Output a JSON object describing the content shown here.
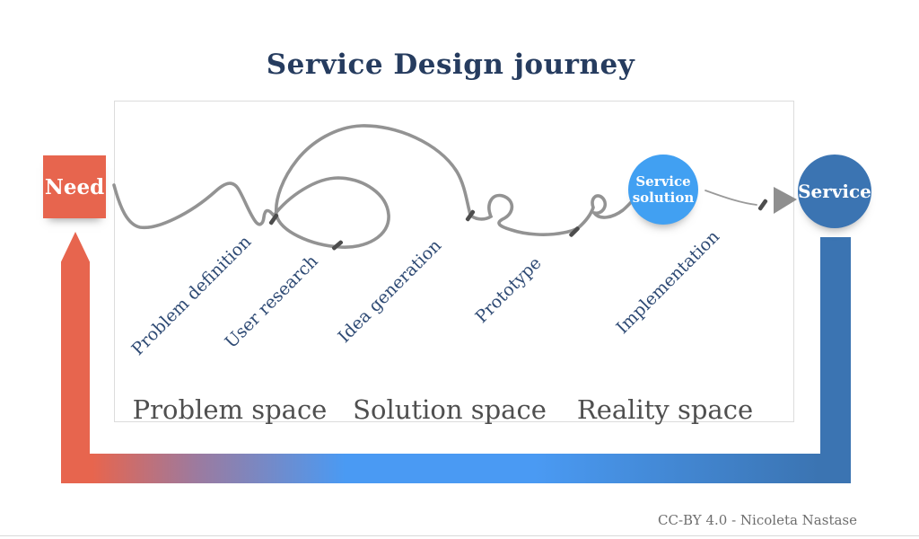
{
  "title": "Service Design journey",
  "need": {
    "label": "Need"
  },
  "service": {
    "label": "Service"
  },
  "service_solution": {
    "line1": "Service",
    "line2": "solution"
  },
  "stages": [
    {
      "label": "Problem definition"
    },
    {
      "label": "User research"
    },
    {
      "label": "Idea generation"
    },
    {
      "label": "Prototype"
    },
    {
      "label": "Implementation"
    }
  ],
  "spaces": [
    {
      "label": "Problem space"
    },
    {
      "label": "Solution space"
    },
    {
      "label": "Reality space"
    }
  ],
  "attribution": "CC-BY 4.0 - Nicoleta Nastase",
  "icons": {
    "squiggle": "hand-drawn-journey-line",
    "arrowhead": "right-arrowhead",
    "big_arrow": "need-to-service-gradient-arrow"
  },
  "colors": {
    "accent-orange": "#e7654e",
    "solution-blue": "#41a0f2",
    "service-blue": "#3b74b2",
    "bright-blue": "#4a9af3",
    "navy": "#263c5f",
    "label-navy": "#2e4a74",
    "space-gray": "#4f4f4f",
    "line-gray": "#939393",
    "knot-gray": "#4d4d4d"
  }
}
